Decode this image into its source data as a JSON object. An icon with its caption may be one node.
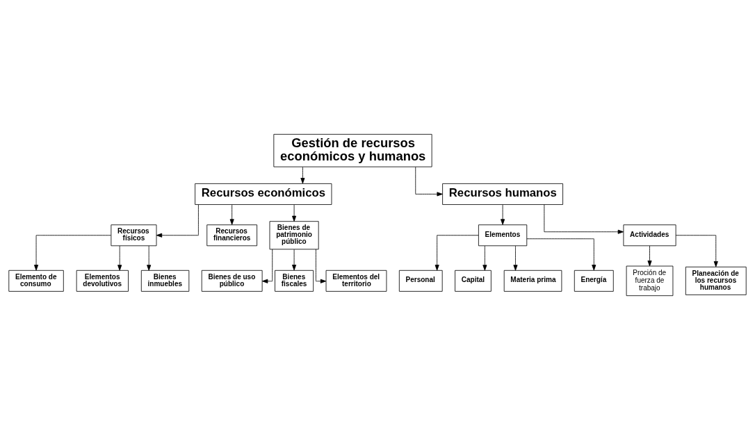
{
  "diagram": {
    "nodes": [
      {
        "text": [
          "Gestión de recursos económicos y humanos"
        ]
      },
      {
        "text": [
          "Recursos económicos"
        ]
      },
      {
        "text": [
          "Recursos humanos"
        ]
      },
      {
        "text": [
          "Recursos físicos"
        ]
      },
      {
        "text": [
          "Recursos financieros"
        ]
      },
      {
        "text": [
          "Bienes de patrimonio público"
        ]
      },
      {
        "text": [
          "Elemento de consumo"
        ]
      },
      {
        "text": [
          "Elementos devolutivos"
        ]
      },
      {
        "text": [
          "Bienes inmuebles"
        ]
      },
      {
        "text": [
          "Bienes de uso público"
        ]
      },
      {
        "text": [
          "Bienes fiscales"
        ]
      },
      {
        "text": [
          "Elementos del territorio"
        ]
      },
      {
        "text": [
          "Elementos"
        ]
      },
      {
        "text": [
          "Actividades"
        ]
      },
      {
        "text": [
          "Personal"
        ]
      },
      {
        "text": [
          "Capital"
        ]
      },
      {
        "text": [
          "Materia prima"
        ]
      },
      {
        "text": [
          "Energía"
        ]
      },
      {
        "text": [
          "Proción de fuerza de trabajo"
        ]
      },
      {
        "text": [
          "Planeación de los recursos humanos"
        ]
      }
    ],
    "edges": [
      {
        "from": 0,
        "to": 1,
        "arrow": "to"
      },
      {
        "from": 0,
        "to": 2,
        "arrow": "to"
      },
      {
        "from": 1,
        "to": 3,
        "arrow": "to"
      },
      {
        "from": 1,
        "to": 4,
        "arrow": "to"
      },
      {
        "from": 1,
        "to": 5,
        "arrow": "to"
      },
      {
        "from": 3,
        "to": 6,
        "arrow": "to"
      },
      {
        "from": 3,
        "to": 7,
        "arrow": "to"
      },
      {
        "from": 3,
        "to": 8,
        "arrow": "to"
      },
      {
        "from": 5,
        "to": 9,
        "arrow": "to"
      },
      {
        "from": 5,
        "to": 10,
        "arrow": "to"
      },
      {
        "from": 5,
        "to": 11,
        "arrow": "to"
      },
      {
        "from": 2,
        "to": 12,
        "arrow": "to"
      },
      {
        "from": 2,
        "to": 13,
        "arrow": "to"
      },
      {
        "from": 12,
        "to": 14,
        "arrow": "to"
      },
      {
        "from": 12,
        "to": 15,
        "arrow": "to"
      },
      {
        "from": 12,
        "to": 16,
        "arrow": "to"
      },
      {
        "from": 12,
        "to": 17,
        "arrow": "to"
      },
      {
        "from": 13,
        "to": 18,
        "arrow": "to"
      },
      {
        "from": 13,
        "to": 19,
        "arrow": "to"
      }
    ]
  }
}
